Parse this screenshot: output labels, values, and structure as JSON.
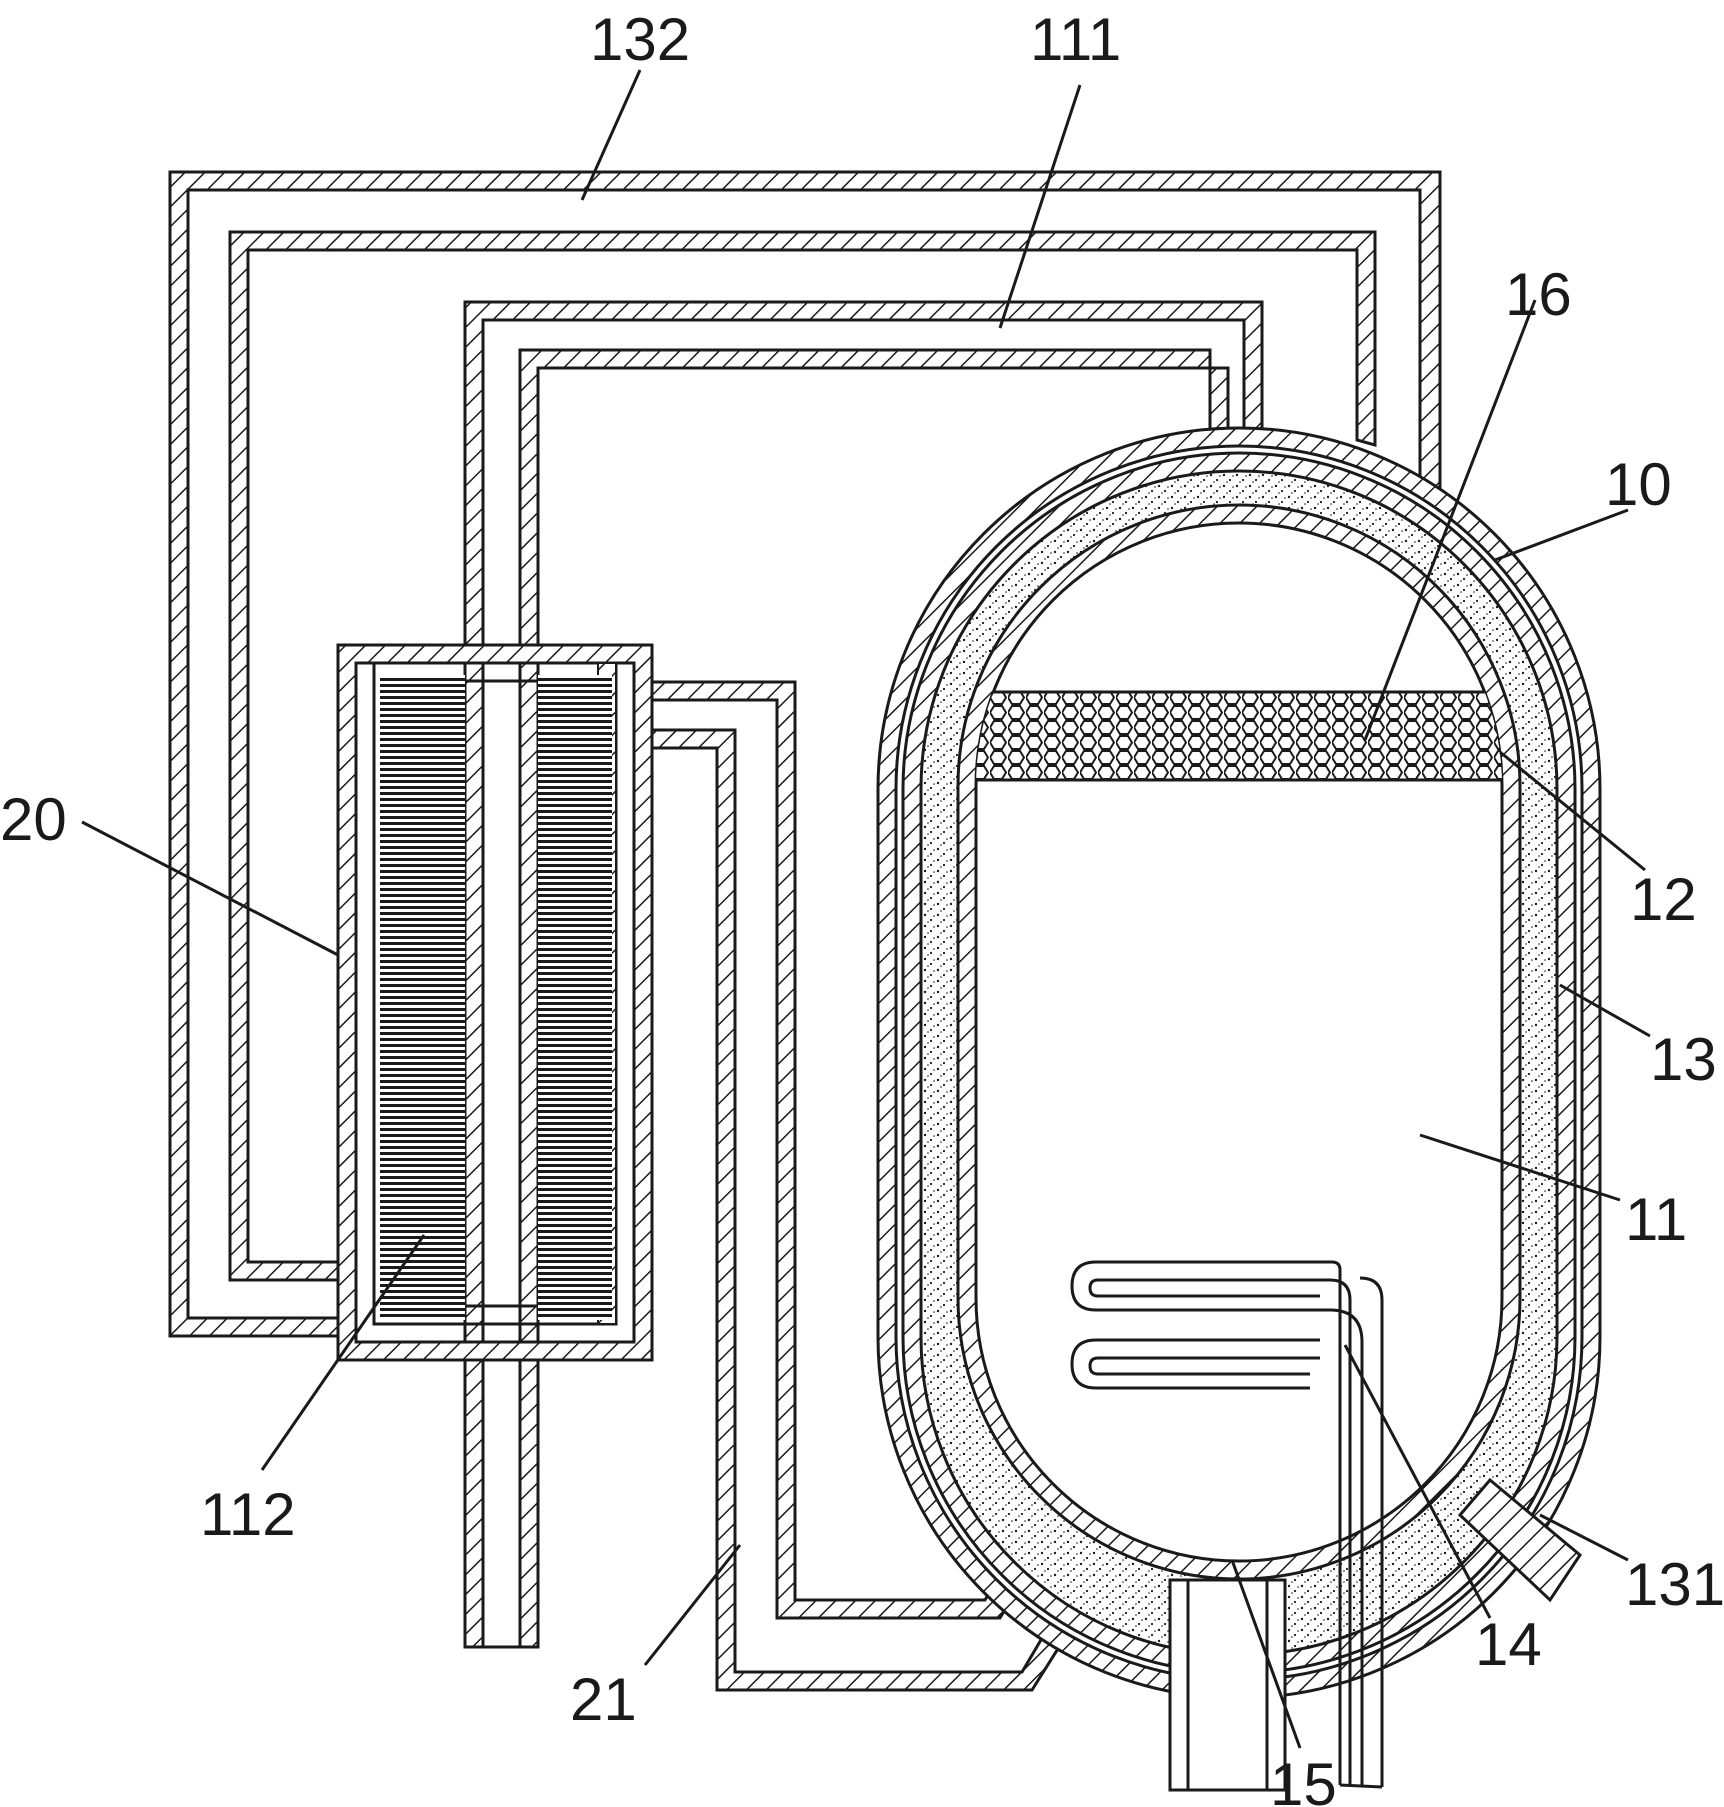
{
  "figure": {
    "labels": {
      "label_132": "132",
      "label_111": "111",
      "label_16": "16",
      "label_10": "10",
      "label_12": "12",
      "label_13": "13",
      "label_11": "11",
      "label_20": "20",
      "label_112": "112",
      "label_21": "21",
      "label_15": "15",
      "label_14": "14",
      "label_131": "131"
    },
    "colors": {
      "line": "#1a1a1a",
      "background": "#ffffff"
    }
  }
}
